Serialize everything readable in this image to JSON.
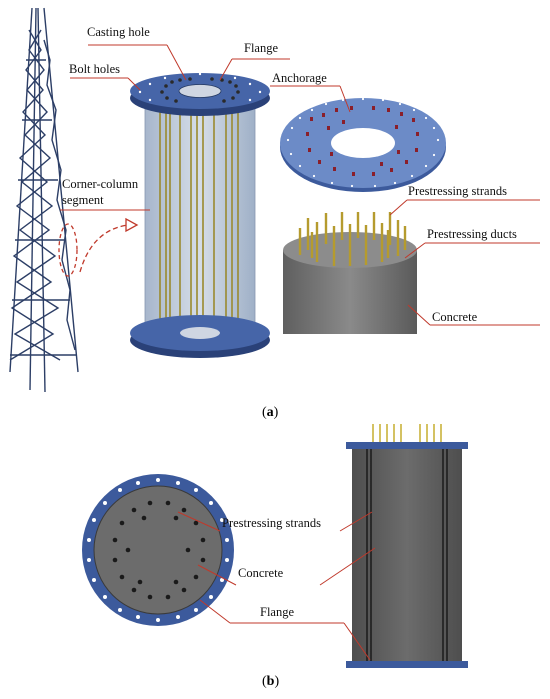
{
  "panel_a": {
    "caption_open": "(",
    "caption_letter": "a",
    "caption_close": ")",
    "labels": {
      "casting_hole": "Casting hole",
      "flange": "Flange",
      "bolt_holes": "Bolt holes",
      "anchorage": "Anchorage",
      "corner_column_line1": "Corner-column",
      "corner_column_line2": "segment",
      "prestressing_strands": "Prestressing strands",
      "prestressing_ducts": "Prestressing ducts",
      "concrete": "Concrete"
    }
  },
  "panel_b": {
    "caption_open": "(",
    "caption_letter": "b",
    "caption_close": ")",
    "labels": {
      "prestressing_strands": "Prestressing strands",
      "concrete": "Concrete",
      "flange": "Flange"
    }
  },
  "colors": {
    "leader_red": "#c0392b",
    "flange_blue": "#3c5a9c",
    "flange_dark": "#2a4178",
    "concrete_gray": "#6f6f6f",
    "strand_gold": "#b59b2e",
    "tower_navy": "#2c3e66"
  }
}
